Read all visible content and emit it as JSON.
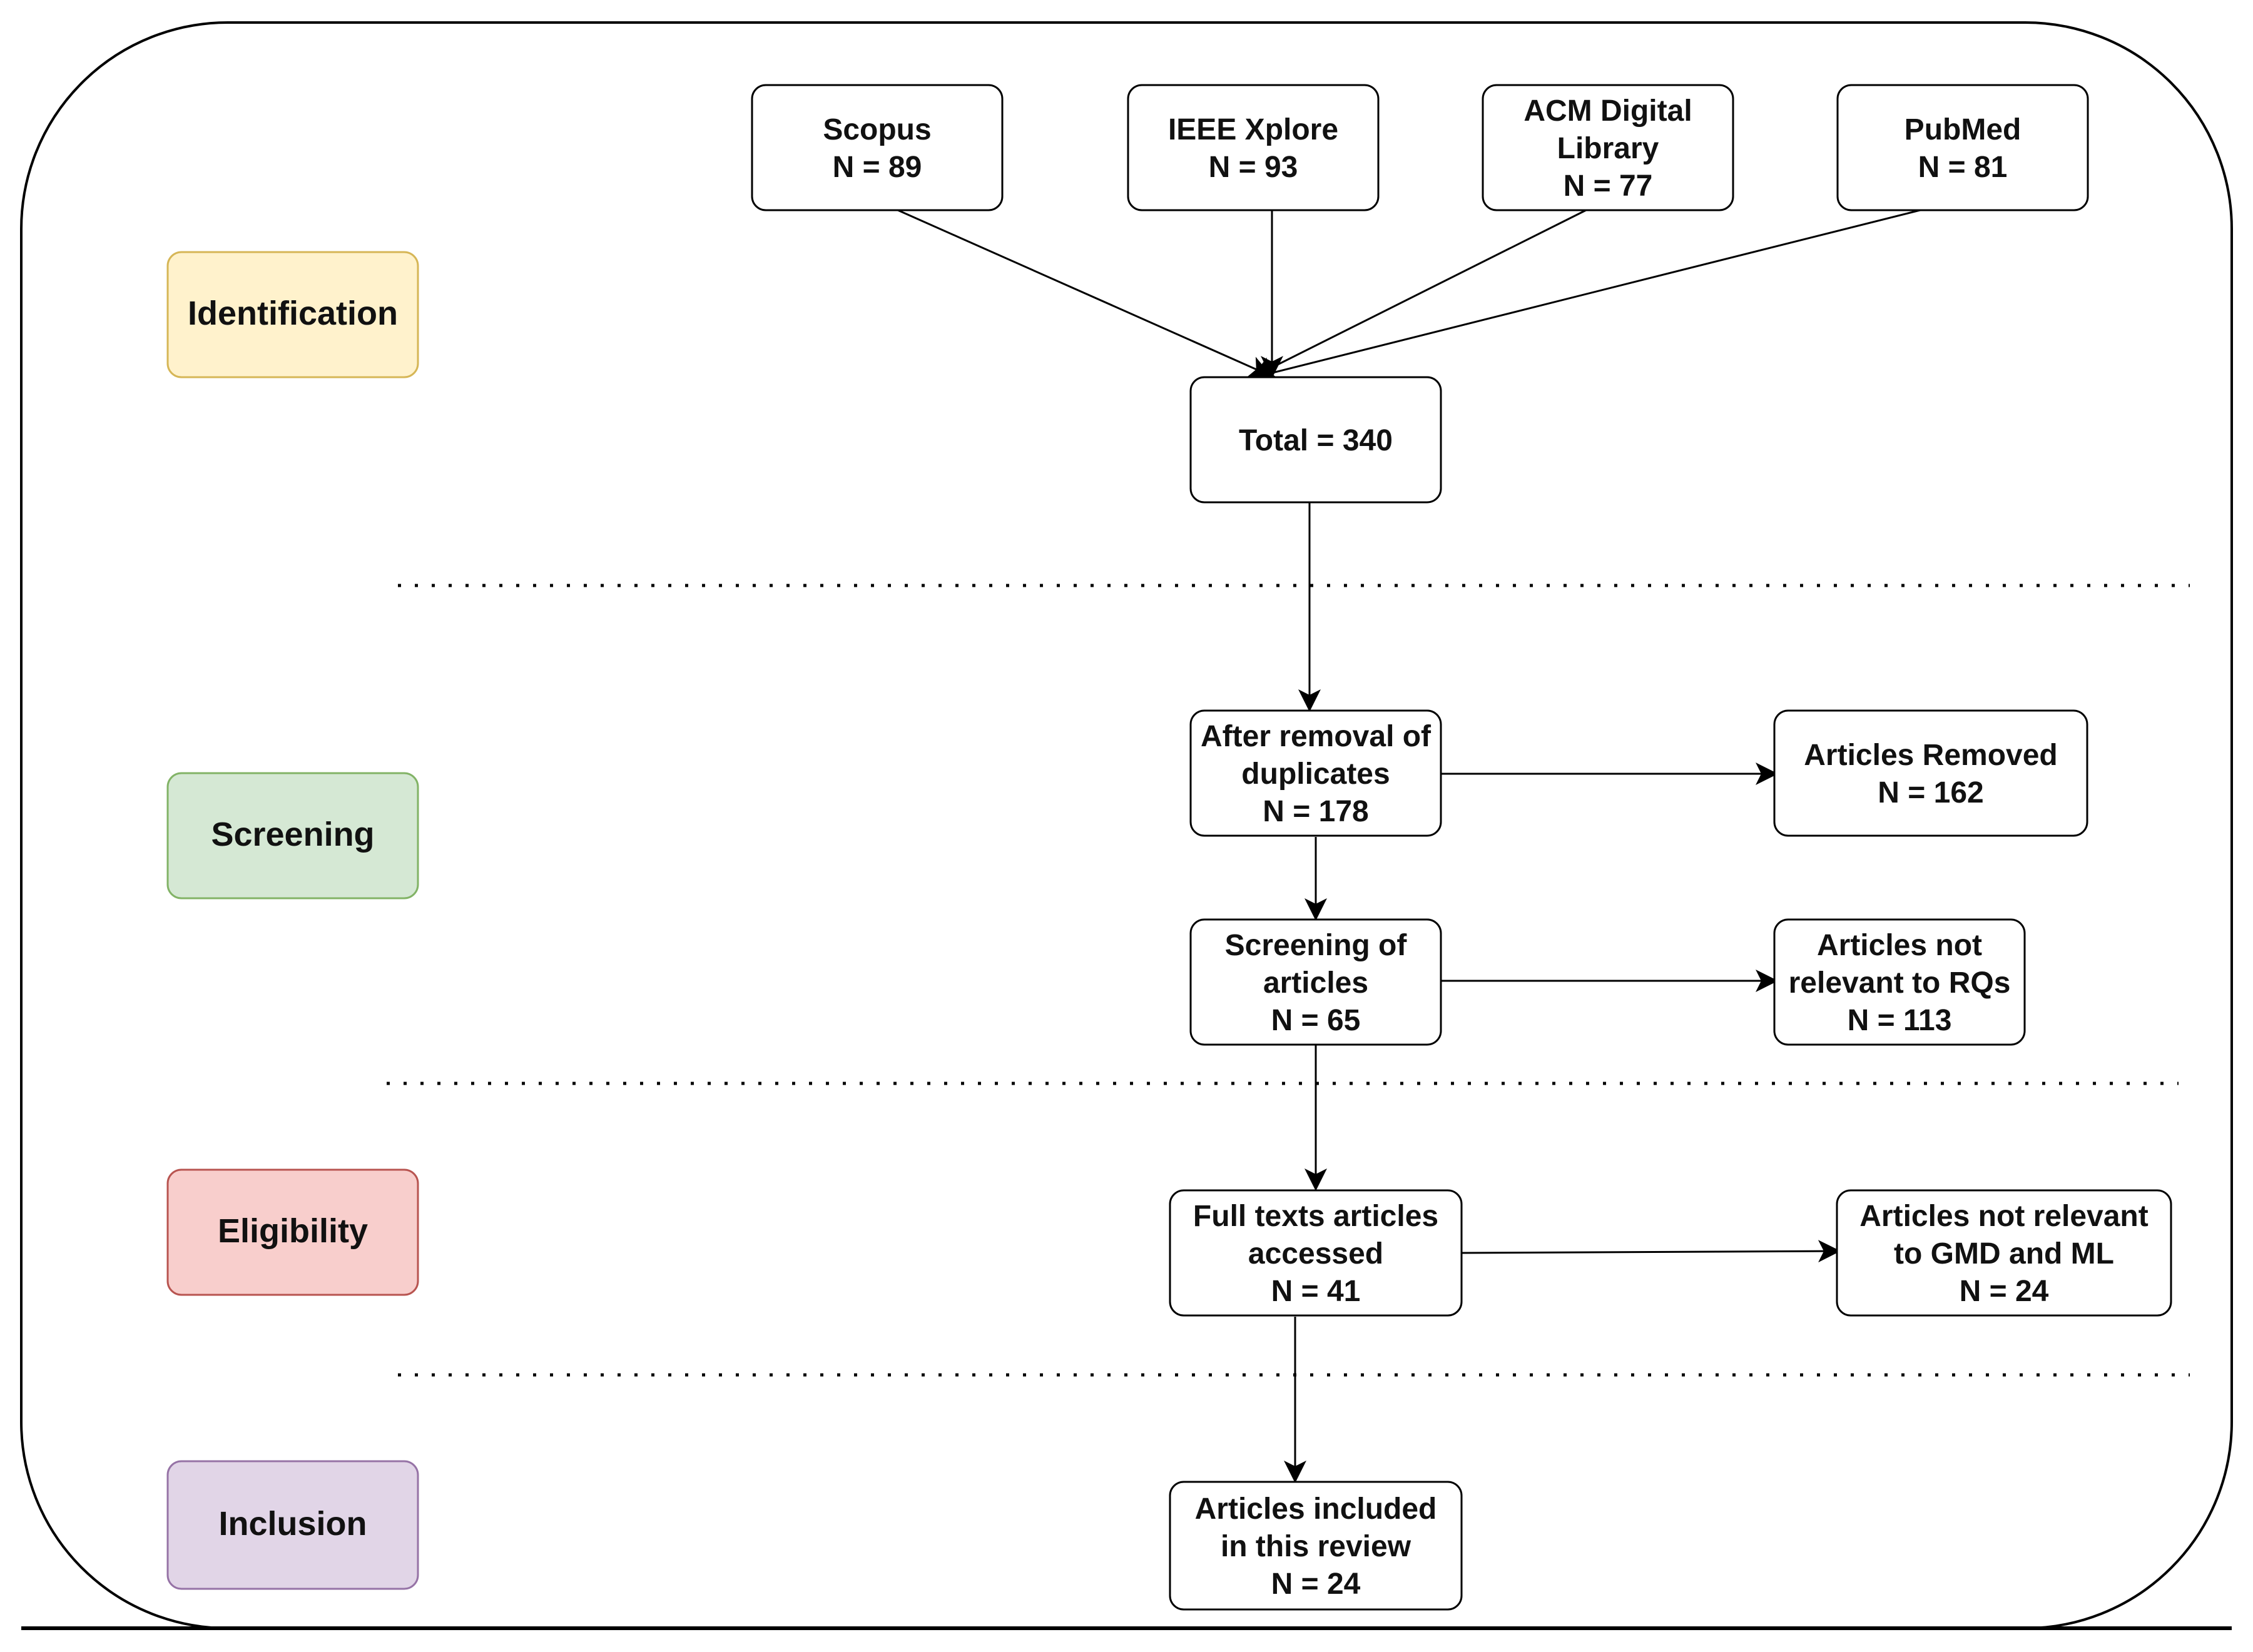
{
  "phases": [
    {
      "label": "Identification",
      "fill": "#fff2cc",
      "stroke": "#d6b656"
    },
    {
      "label": "Screening",
      "fill": "#d5e8d4",
      "stroke": "#82b366"
    },
    {
      "label": "Eligibility",
      "fill": "#f8cecc",
      "stroke": "#b85450"
    },
    {
      "label": "Inclusion",
      "fill": "#e1d5e7",
      "stroke": "#9673a6"
    }
  ],
  "sources": [
    {
      "lines": [
        "Scopus",
        "N = 89"
      ]
    },
    {
      "lines": [
        "IEEE Xplore",
        "N = 93"
      ]
    },
    {
      "lines": [
        "ACM Digital",
        "Library",
        "N = 77"
      ]
    },
    {
      "lines": [
        "PubMed",
        "N = 81"
      ]
    }
  ],
  "flow": {
    "total": {
      "lines": [
        "Total = 340"
      ]
    },
    "dedup": {
      "lines": [
        "After removal of",
        "duplicates",
        "N = 178"
      ]
    },
    "removed": {
      "lines": [
        "Articles Removed",
        "N = 162"
      ]
    },
    "screening": {
      "lines": [
        "Screening of",
        "articles",
        "N = 65"
      ]
    },
    "not_rq": {
      "lines": [
        "Articles not",
        "relevant to RQs",
        "N = 113"
      ]
    },
    "fulltext": {
      "lines": [
        "Full texts articles",
        "accessed",
        "N = 41"
      ]
    },
    "not_gmd": {
      "lines": [
        "Articles not relevant",
        "to GMD and ML",
        "N = 24"
      ]
    },
    "included": {
      "lines": [
        "Articles included",
        "in this review",
        "N = 24"
      ]
    }
  }
}
